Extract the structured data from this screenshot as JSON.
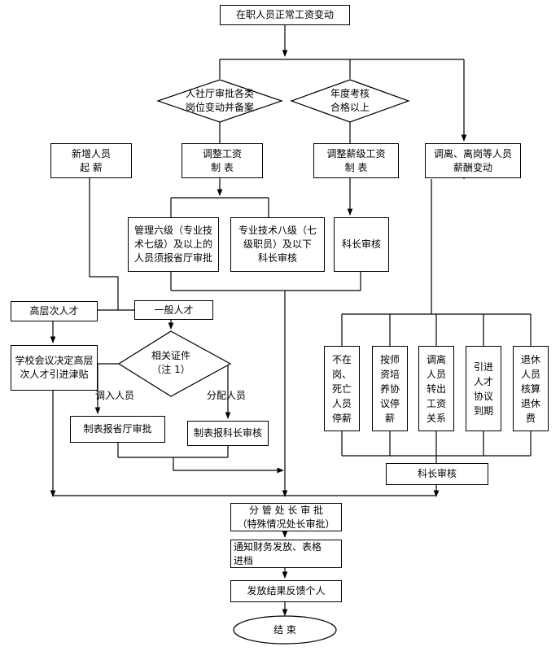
{
  "nodes": {
    "start": "在职人员正常工资变动",
    "decision_hr": "人社厅审批各类\n岗位变动并备案",
    "decision_annual": "年度考核\n合格以上",
    "new_hire": "新增人员\n起 薪",
    "adjust_system": "调整工资\n制  表",
    "adjust_grade": "调整薪级工资\n制  表",
    "transfer_change": "调离、离岗等人员\n薪酬变动",
    "mgmt_level6": "管理六级（专业技\n术七级）及以上的\n人员须报省厅审批",
    "prof_level8": "专业技术八级（七\n级职员）及以下\n科长审核",
    "section_chief_1": "科长审核",
    "high_talent": "高层次人才",
    "general_talent": "一般人才",
    "school_meeting": "学校会议决定高层\n次人才引进津贴",
    "decision_docs": "相关证件\n（注 1）",
    "label_transfer_in": "调入人员",
    "label_assigned": "分配人员",
    "report_province": "制表报省厅审批",
    "report_chief": "制表报科长审核",
    "absent_dead": "不在\n岗、\n死亡\n人员\n停薪",
    "teacher_training": "按师\n资培\n养协\n议停\n薪",
    "transfer_out": "调离\n人员\n转出\n工资\n关系",
    "talent_agreement": "引进\n人才\n协议\n到期",
    "retiree_fee": "退休\n人员\n核算\n退休\n费",
    "section_chief_2": "科长审核",
    "director_approval": "分  管  处  长  审  批\n（特殊情况处长审批）",
    "notify_finance": "通知财务发放、表格\n进档",
    "feedback": "发放结果反馈个人",
    "end": "结          束"
  }
}
